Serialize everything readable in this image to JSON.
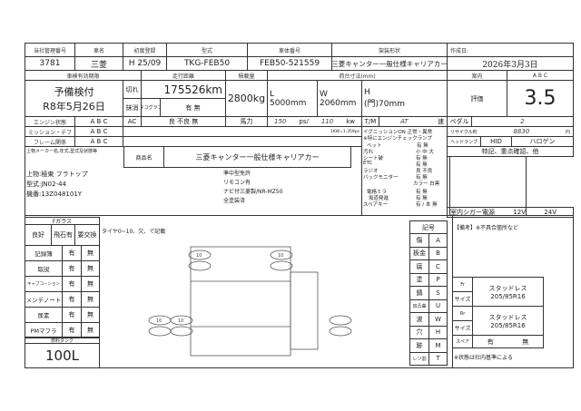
{
  "header": {
    "mgmt_no_label": "当社管理番号",
    "mgmt_no": "3781",
    "maker_label": "車名",
    "maker": "三菱",
    "first_reg_label": "初度登録",
    "first_reg": "H 25/09",
    "model_label": "型式",
    "model": "TKG-FEB50",
    "chassis_label": "車体番号",
    "chassis": "FEB50-521559",
    "body_label": "架装形状",
    "body": "三菱キャンター一般仕様キャリアカー",
    "created_label": "作成日:",
    "created": "2026年3月3日"
  },
  "inspection": {
    "label": "車検有効期限",
    "line1": "予備検付",
    "line2": "R8年5月26日",
    "expired": "切れ",
    "cancelled": "抹消"
  },
  "mileage": {
    "label": "走行距離",
    "value": "175526km",
    "tacho_label": "タコグラフ",
    "tacho": "有 無"
  },
  "load": {
    "label": "積載量",
    "value": "2800kg"
  },
  "bed": {
    "label": "荷台寸法(mm)",
    "L": "L",
    "L_val": "5000mm",
    "W": "W",
    "W_val": "2060mm",
    "H": "H",
    "H_val": "(門)70mm"
  },
  "grade": {
    "guide_label": "案内",
    "guide": "A B C",
    "label": "評価",
    "value": "3.5"
  },
  "conditions": [
    {
      "label": "エンジン状態",
      "value": "A B C"
    },
    {
      "label": "ミッション・デフ",
      "value": "A B C"
    },
    {
      "label": "フレーム関係",
      "value": "A B C"
    }
  ],
  "ac": {
    "label": "AC",
    "value": "良 不良 無"
  },
  "power": {
    "label": "馬力",
    "ps": "150",
    "ps_unit": "ps/",
    "kw": "110",
    "kw_unit": "kw",
    "note": "1KW=1.359ps"
  },
  "tm": {
    "label": "T/M",
    "value": "AT",
    "unit": "速"
  },
  "pedal": {
    "label": "ペダル",
    "value": "2"
  },
  "recycle": {
    "label": "リサイクル料",
    "value": "8830",
    "unit": "円"
  },
  "headlamp": {
    "label": "ヘッドランプ",
    "hid": "HID",
    "halogen": "ハロゲン"
  },
  "notes_title": "特記、重点確認、他",
  "equipment": [
    {
      "label": "イグニッションON",
      "value": "正常・異常"
    },
    {
      "label": "※特にエンジンチェックランプ",
      "value": ""
    },
    {
      "label": "ベット",
      "value": "有 無"
    },
    {
      "label": "汚れ",
      "value": "小 中 大"
    },
    {
      "label": "シート破",
      "value": "有 無"
    },
    {
      "label": "ETC",
      "value": "有 無"
    },
    {
      "label": "ラジオ",
      "value": "良 不良"
    },
    {
      "label": "バックモニター",
      "value": "有 無"
    },
    {
      "label": "",
      "value": "カラー 白黒"
    },
    {
      "label": "電格ミラ",
      "value": "有 無"
    },
    {
      "label": "坂道発進",
      "value": "有 無"
    },
    {
      "label": "スペアキー",
      "value": "有 / 本 無"
    }
  ],
  "cigar": {
    "label": "室内シガー電源",
    "v12": "12V",
    "v24": "24V"
  },
  "upper_label": "上物メーカー名,年式,型式及状態等",
  "product": {
    "label": "商品名",
    "value": "三菱キャンター一般仕様キャリアカー"
  },
  "upper_lines": [
    "上物:極東 フラトップ",
    "型式:JN02-44",
    "機番:13Z048101Y"
  ],
  "spec_lines": [
    "準中型免許",
    "リモコン有",
    "ナビ付三菱製/NR-MZ50",
    "全塗装済"
  ],
  "glass": {
    "label": "Fガラス",
    "opts": [
      "良好",
      "飛石有",
      "要交換"
    ]
  },
  "docs": [
    {
      "label": "記録簿",
      "yes": "有",
      "no": "無"
    },
    {
      "label": "取説",
      "yes": "有",
      "no": "無"
    },
    {
      "label": "キャブコーション",
      "yes": "有",
      "no": "無"
    },
    {
      "label": "メンテノート",
      "yes": "有",
      "no": "無"
    },
    {
      "label": "尿素",
      "yes": "有",
      "no": "無"
    },
    {
      "label": "PMマフラ",
      "yes": "有",
      "no": "無"
    }
  ],
  "fuel": {
    "label": "燃料タンク",
    "value": "100L"
  },
  "tire_note": "タイヤ0~10、欠、で記載",
  "tire_marks": [
    "10",
    "10",
    "10",
    "10"
  ],
  "symbols": {
    "title": "記号",
    "items": [
      [
        "傷",
        "A"
      ],
      [
        "板金",
        "B"
      ],
      [
        "腐",
        "C"
      ],
      [
        "塗",
        "P"
      ],
      [
        "錆",
        "S"
      ],
      [
        "凹凸曲",
        "U"
      ],
      [
        "波",
        "W"
      ],
      [
        "穴",
        "H"
      ],
      [
        "跡",
        "M"
      ],
      [
        "レツ割",
        "T"
      ]
    ]
  },
  "remarks_label": "【備考】※不具合箇所など",
  "tires": {
    "fr": "Fr",
    "rr": "Rr",
    "size": "サイズ",
    "fr_type": "スタッドレス",
    "fr_size": "205/85R16",
    "rr_type": "スタッドレス",
    "rr_size": "205/85R16",
    "spare_label": "スペア",
    "spare_yes": "有",
    "spare_no": "無"
  },
  "footer_note": "※状態は社内基準による"
}
